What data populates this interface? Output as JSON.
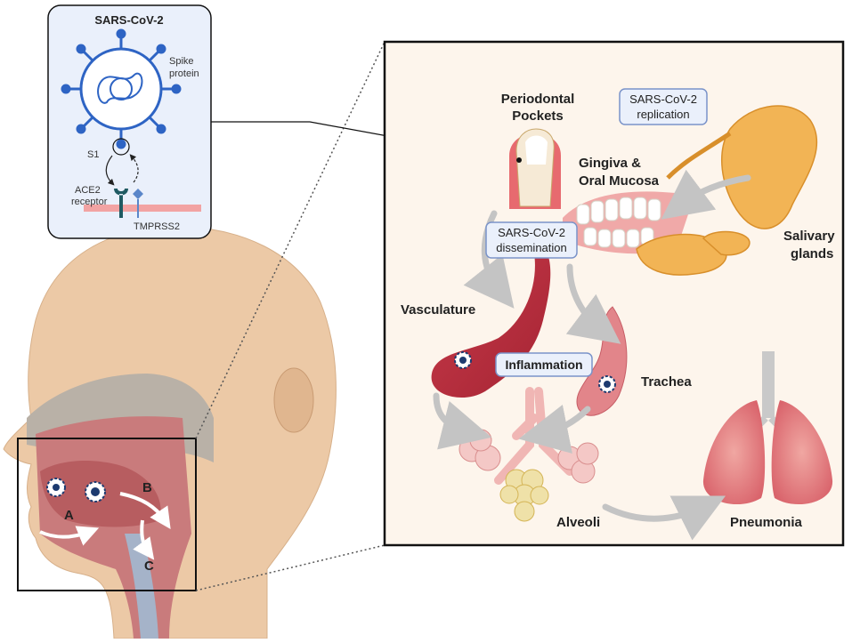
{
  "inset": {
    "title": "SARS-CoV-2",
    "spike_label_1": "Spike",
    "spike_label_2": "protein",
    "s1_label": "S1",
    "ace2_label_1": "ACE2",
    "ace2_label_2": "receptor",
    "tmprss2_label": "TMPRSS2"
  },
  "head": {
    "label_a": "A",
    "label_b": "B",
    "label_c": "C"
  },
  "panel": {
    "periodontal_1": "Periodontal",
    "periodontal_2": "Pockets",
    "replication_1": "SARS-CoV-2",
    "replication_2": "replication",
    "gingiva_1": "Gingiva &",
    "gingiva_2": "Oral Mucosa",
    "dissemination_1": "SARS-CoV-2",
    "dissemination_2": "dissemination",
    "salivary_1": "Salivary",
    "salivary_2": "glands",
    "vasculature": "Vasculature",
    "inflammation": "Inflammation",
    "trachea": "Trachea",
    "alveoli": "Alveoli",
    "pneumonia": "Pneumonia"
  },
  "colors": {
    "skin": "#ecc9a6",
    "tissue": "#d9797a",
    "gland": "#f2b455",
    "callout_fill": "#eaf0fb",
    "callout_stroke": "#7a93c9",
    "arrow": "#c9c9c9"
  }
}
